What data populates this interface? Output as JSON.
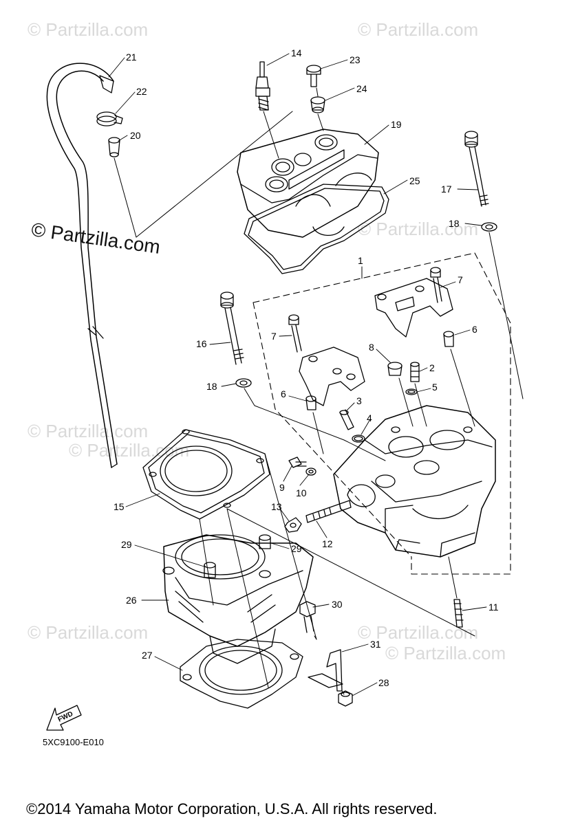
{
  "watermarks": [
    "© Partzilla.com",
    "© Partzilla.com",
    "© Partzilla.com",
    "© Partzilla.com",
    "© Partzilla.com",
    "© Partzilla.com",
    "© Partzilla.com",
    "© Partzilla.com"
  ],
  "main_watermark": "© Partzilla.com",
  "callouts": [
    "21",
    "22",
    "20",
    "14",
    "23",
    "24",
    "19",
    "25",
    "17",
    "18",
    "1",
    "7",
    "6",
    "16",
    "7",
    "8",
    "2",
    "5",
    "18",
    "6",
    "3",
    "4",
    "9",
    "10",
    "15",
    "13",
    "12",
    "29",
    "29",
    "26",
    "30",
    "11",
    "27",
    "31",
    "28"
  ],
  "fwd_label": "FWD",
  "diagram_code": "5XC9100-E010",
  "copyright": "©2014 Yamaha Motor Corporation, U.S.A. All rights reserved."
}
